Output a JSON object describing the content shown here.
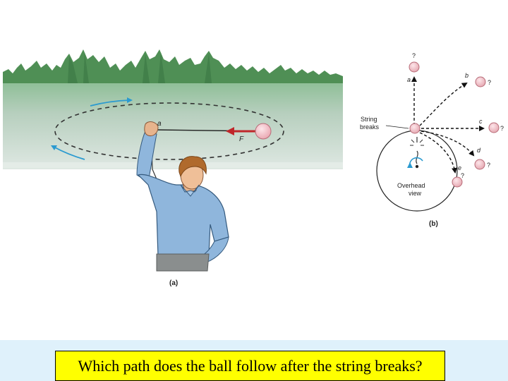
{
  "figure_a": {
    "caption": "(a)",
    "point_label": "a",
    "force_label": "F"
  },
  "figure_b": {
    "caption": "(b)",
    "string_breaks_line1": "String",
    "string_breaks_line2": "breaks",
    "overhead_line1": "Overhead",
    "overhead_line2": "view",
    "paths": [
      {
        "label": "a",
        "question": "?"
      },
      {
        "label": "b",
        "question": "?"
      },
      {
        "label": "c",
        "question": "?"
      },
      {
        "label": "d",
        "question": "?"
      },
      {
        "label": "e",
        "question": "?"
      }
    ]
  },
  "question": "Which path does the ball follow after the string breaks?",
  "colors": {
    "sky": "#ffffff",
    "trees": "#4f8f55",
    "grass": "#9cc8a4",
    "field": "#c9d8ce",
    "ball": "#f3c2c8",
    "force_arrow": "#c0262a",
    "motion_arrow": "#2a9ad0",
    "question_bg": "#ffff00",
    "band_bg": "#dff1fb"
  }
}
